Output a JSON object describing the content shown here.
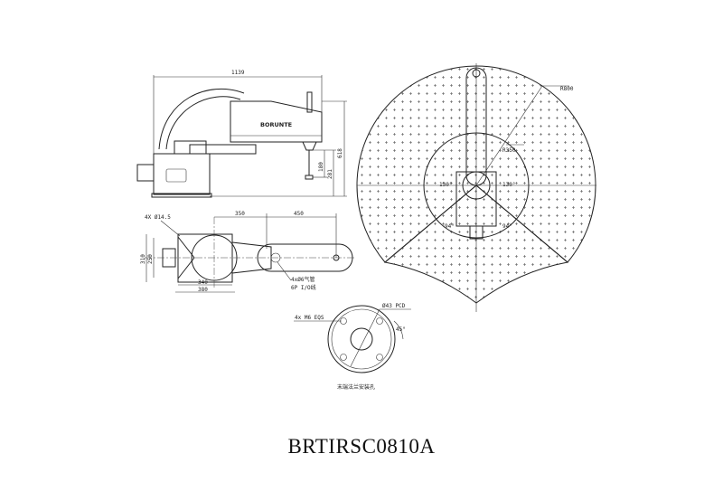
{
  "model_name": "BRTIRSC0810A",
  "side_view": {
    "brand_text": "BORUNTE",
    "dim_width": "1139",
    "dim_height": "618",
    "dim_stroke": "180",
    "dim_flange_height": "281"
  },
  "top_view": {
    "mount_holes": "4X Ø14.5",
    "dim_arm1": "350",
    "dim_arm2": "450",
    "dim_base_outer": "310",
    "dim_base_inner": "250",
    "dim_base_len_inner": "340",
    "dim_base_len_outer": "380",
    "note_air": "4xØ6气管",
    "note_io": "6P I/O线"
  },
  "flange_view": {
    "pcd": "Ø43 PCD",
    "holes": "4x M6 EQS",
    "angle": "45°",
    "caption": "末端法兰安装孔"
  },
  "workspace_view": {
    "outer_radius": "R800",
    "inner_radius": "R350",
    "angle_left": "130°",
    "angle_right": "130°",
    "angle_bottom_left": "94°",
    "angle_bottom_right": "94°"
  }
}
